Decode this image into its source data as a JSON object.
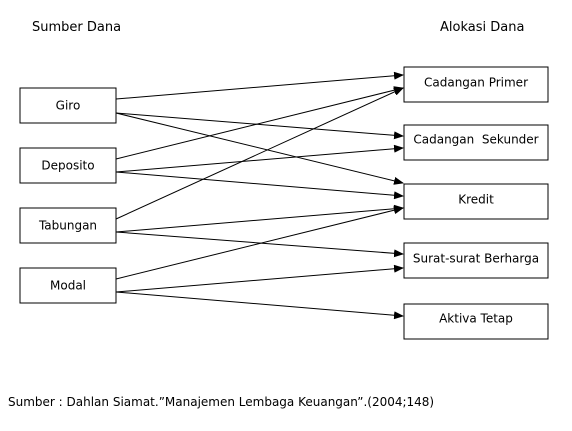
{
  "headings": {
    "sources": "Sumber Dana",
    "allocations": "Alokasi Dana"
  },
  "sources": [
    {
      "id": "giro",
      "label": "Giro"
    },
    {
      "id": "deposito",
      "label": "Deposito"
    },
    {
      "id": "tabungan",
      "label": "Tabungan"
    },
    {
      "id": "modal",
      "label": "Modal"
    }
  ],
  "allocations": [
    {
      "id": "cadangan-primer",
      "label": "Cadangan Primer"
    },
    {
      "id": "cadangan-sekunder",
      "label": "Cadangan  Sekunder"
    },
    {
      "id": "kredit",
      "label": "Kredit"
    },
    {
      "id": "surat-surat-berharga",
      "label": "Surat-surat Berharga"
    },
    {
      "id": "aktiva-tetap",
      "label": "Aktiva Tetap"
    }
  ],
  "edges": [
    {
      "from": "giro",
      "to": "cadangan-primer"
    },
    {
      "from": "giro",
      "to": "cadangan-sekunder"
    },
    {
      "from": "giro",
      "to": "kredit"
    },
    {
      "from": "deposito",
      "to": "cadangan-primer"
    },
    {
      "from": "deposito",
      "to": "cadangan-sekunder"
    },
    {
      "from": "deposito",
      "to": "kredit"
    },
    {
      "from": "tabungan",
      "to": "cadangan-primer"
    },
    {
      "from": "tabungan",
      "to": "kredit"
    },
    {
      "from": "tabungan",
      "to": "surat-surat-berharga"
    },
    {
      "from": "modal",
      "to": "kredit"
    },
    {
      "from": "modal",
      "to": "surat-surat-berharga"
    },
    {
      "from": "modal",
      "to": "aktiva-tetap"
    }
  ],
  "caption": "Sumber : Dahlan Siamat.”Manajemen Lembaga Keuangan”.(2004;148)"
}
